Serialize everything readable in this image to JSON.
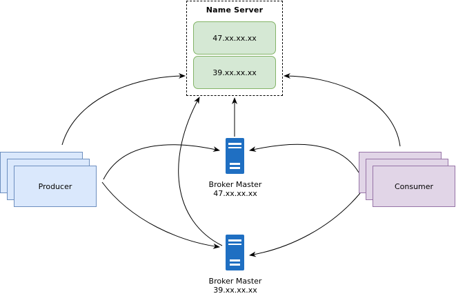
{
  "name_server": {
    "title": "Name Server",
    "addresses": [
      "47.xx.xx.xx",
      "39.xx.xx.xx"
    ]
  },
  "producer": {
    "label": "Producer"
  },
  "consumer": {
    "label": "Consumer"
  },
  "brokers": [
    {
      "role": "Broker Master",
      "address": "47.xx.xx.xx",
      "icon": "server-icon"
    },
    {
      "role": "Broker Master",
      "address": "39.xx.xx.xx",
      "icon": "server-icon"
    }
  ],
  "colors": {
    "name_server_fill": "#d5e8d4",
    "name_server_stroke": "#82b366",
    "producer_fill": "#dae8fc",
    "producer_stroke": "#6c8ebf",
    "consumer_fill": "#e1d5e7",
    "consumer_stroke": "#9673a6",
    "broker_icon": "#1f6fc2"
  }
}
